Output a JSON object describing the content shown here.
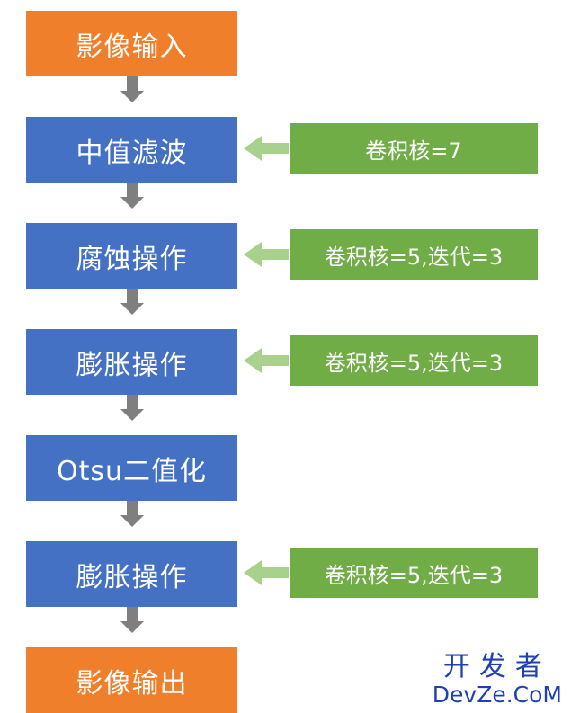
{
  "steps": [
    {
      "label": "影像输入",
      "color": "#f07f2c"
    },
    {
      "label": "中值滤波",
      "color": "#4471c4"
    },
    {
      "label": "腐蚀操作",
      "color": "#4471c4"
    },
    {
      "label": "膨胀操作",
      "color": "#4471c4"
    },
    {
      "label": "Otsu二值化",
      "color": "#4471c4"
    },
    {
      "label": "膨胀操作",
      "color": "#4471c4"
    },
    {
      "label": "影像输出",
      "color": "#f07f2c"
    }
  ],
  "params": [
    {
      "label": "卷积核=7",
      "color": "#71ad47"
    },
    {
      "label": "卷积核=5,迭代=3",
      "color": "#71ad47"
    },
    {
      "label": "卷积核=5,迭代=3",
      "color": "#71ad47"
    },
    {
      "label": "卷积核=5,迭代=3",
      "color": "#71ad47"
    }
  ],
  "colors": {
    "flow_arrow": "#7f7f7f",
    "param_arrow": "#a9d18e"
  },
  "watermark": {
    "line1": "开发者",
    "line2": "DevZe.CoM"
  }
}
